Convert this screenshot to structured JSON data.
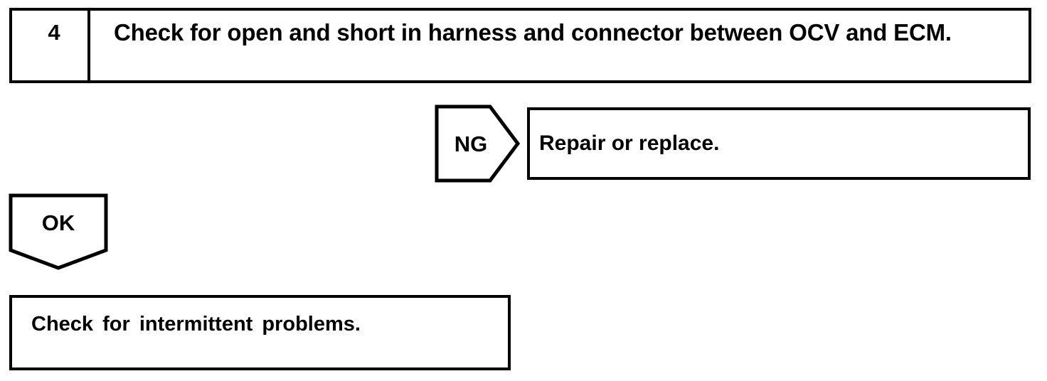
{
  "flowchart": {
    "step": {
      "number": "4",
      "instruction": "Check for open and short in harness and connector between OCV and ECM."
    },
    "ng_branch": {
      "label": "NG",
      "action": "Repair or replace."
    },
    "ok_branch": {
      "label": "OK",
      "action": "Check for intermittent problems."
    }
  },
  "colors": {
    "ink": "#000000",
    "paper": "#ffffff"
  }
}
